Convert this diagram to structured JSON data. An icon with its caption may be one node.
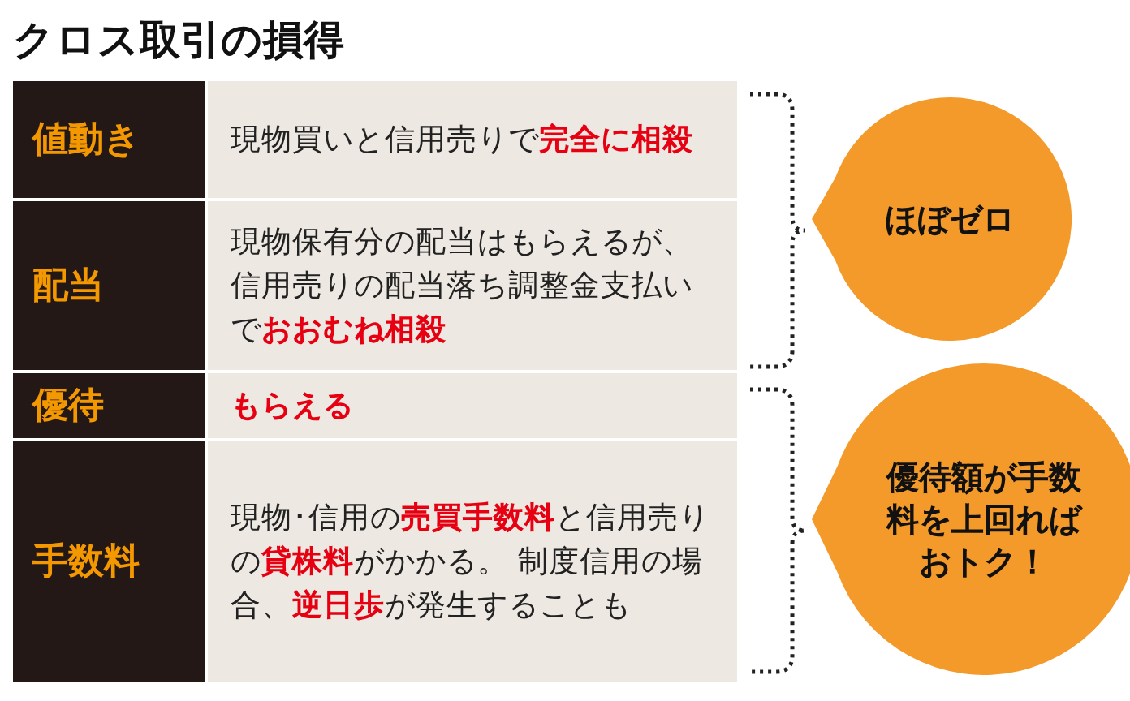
{
  "diagram": {
    "title": "クロス取引の損得",
    "nodes": [
      {
        "text": [
          "ほぼゼロ"
        ]
      },
      {
        "text": [
          "優待額が手数料を上回ればおトク！"
        ]
      }
    ],
    "labels": [
      "値動き",
      "現物買いと信用売りで**完全に相殺**",
      "配当",
      "現物保有分の配当はもらえるが、信用売りの配当落ち調整金支払いで**おおむね相殺**",
      "優待",
      "もらえる",
      "手数料",
      "現物･信用の**売買手数料**と信用売りの**貸株料**がかかる。 制度信用の場合、**逆日歩**が発生することも"
    ]
  }
}
